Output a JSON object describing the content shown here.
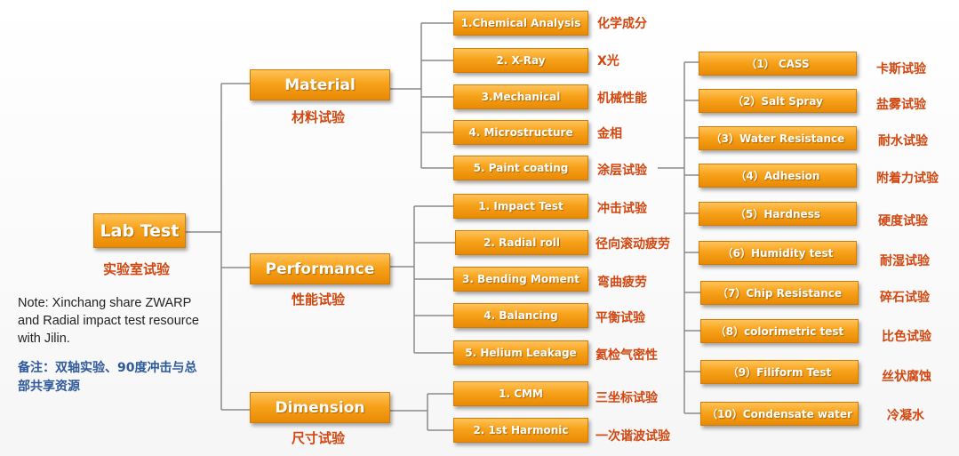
{
  "root": {
    "label": "Lab Test",
    "cn": "实验室试验"
  },
  "categories": [
    {
      "label": "Material",
      "cn": "材料试验",
      "items": [
        {
          "label": "1.Chemical Analysis",
          "cn": "化学成分"
        },
        {
          "label": "2. X-Ray",
          "cn": "X光"
        },
        {
          "label": "3.Mechanical",
          "cn": "机械性能"
        },
        {
          "label": "4. Microstructure",
          "cn": "金相"
        },
        {
          "label": "5. Paint coating",
          "cn": "涂层试验"
        }
      ]
    },
    {
      "label": "Performance",
      "cn": "性能试验",
      "items": [
        {
          "label": "1. Impact Test",
          "cn": "冲击试验"
        },
        {
          "label": "2. Radial roll",
          "cn": "径向滚动疲劳"
        },
        {
          "label": "3. Bending Moment",
          "cn": "弯曲疲劳"
        },
        {
          "label": "4. Balancing",
          "cn": "平衡试验"
        },
        {
          "label": "5. Helium Leakage",
          "cn": "氦检气密性"
        }
      ]
    },
    {
      "label": "Dimension",
      "cn": "尺寸试验",
      "items": [
        {
          "label": "1. CMM",
          "cn": "三坐标试验"
        },
        {
          "label": "2. 1st Harmonic",
          "cn": "一次谐波试验"
        }
      ]
    }
  ],
  "coating_tests": [
    {
      "label": "（1） CASS",
      "cn": "卡斯试验"
    },
    {
      "label": "（2）Salt Spray",
      "cn": "盐雾试验"
    },
    {
      "label": "（3）Water Resistance",
      "cn": "耐水试验"
    },
    {
      "label": "（4）Adhesion",
      "cn": "附着力试验"
    },
    {
      "label": "（5）Hardness",
      "cn": "硬度试验"
    },
    {
      "label": "（6）Humidity test",
      "cn": "耐湿试验"
    },
    {
      "label": "（7）Chip Resistance",
      "cn": "碎石试验"
    },
    {
      "label": "（8）colorimetric test",
      "cn": "比色试验"
    },
    {
      "label": "（9）Filiform Test",
      "cn": "丝状腐蚀"
    },
    {
      "label": "（10）Condensate water",
      "cn": "冷凝水"
    }
  ],
  "note": {
    "en": "Note: Xinchang share ZWARP and Radial impact test resource with Jilin.",
    "cn": "备注：双轴实验、90度冲击与总部共享资源"
  },
  "colors": {
    "box_top": "#ffc35a",
    "box_bottom": "#e98a05",
    "chinese_label": "#d2460f",
    "note_cn": "#2e5a9c",
    "connector": "#8a8a8a"
  }
}
